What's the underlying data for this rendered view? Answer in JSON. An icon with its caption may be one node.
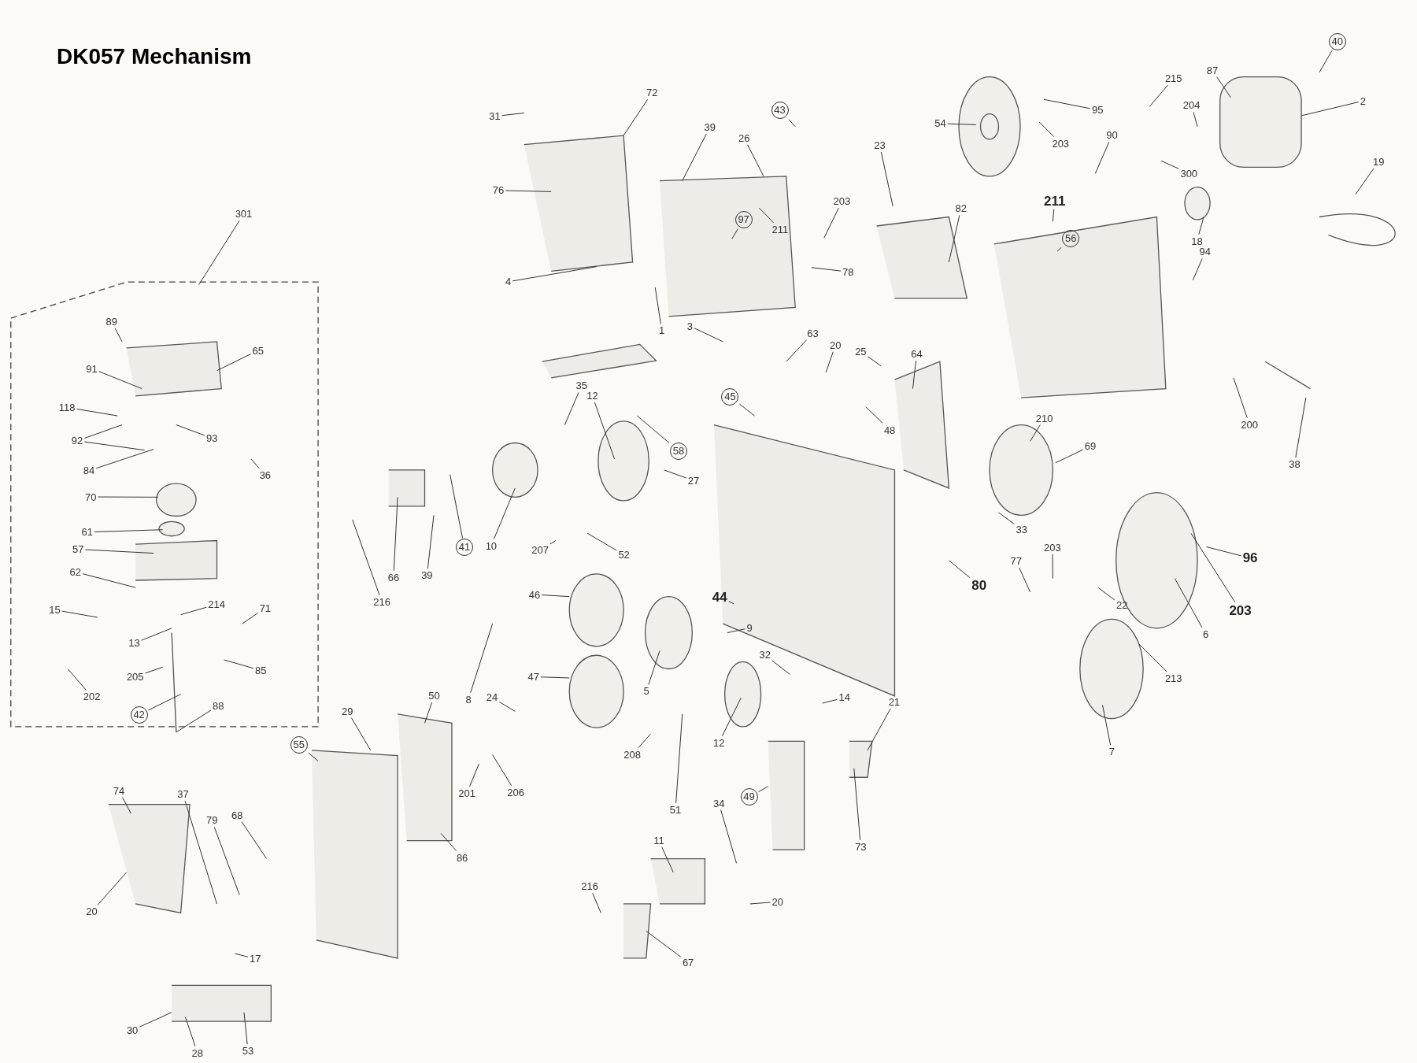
{
  "diagram": {
    "title": "DK057 Mechanism",
    "nodes": [
      {
        "text": [
          "89"
        ]
      },
      {
        "text": [
          "65"
        ]
      },
      {
        "text": [
          "91"
        ]
      },
      {
        "text": [
          "118"
        ]
      },
      {
        "text": [
          "92"
        ]
      },
      {
        "text": [
          "93"
        ]
      },
      {
        "text": [
          "84"
        ]
      },
      {
        "text": [
          "36"
        ]
      },
      {
        "text": [
          "70"
        ]
      },
      {
        "text": [
          "61"
        ]
      },
      {
        "text": [
          "57"
        ]
      },
      {
        "text": [
          "62"
        ]
      },
      {
        "text": [
          "15"
        ]
      },
      {
        "text": [
          "214"
        ]
      },
      {
        "text": [
          "71"
        ]
      },
      {
        "text": [
          "13"
        ]
      },
      {
        "text": [
          "205"
        ]
      },
      {
        "text": [
          "85"
        ]
      },
      {
        "text": [
          "202"
        ]
      },
      {
        "text": [
          "42"
        ]
      },
      {
        "text": [
          "88"
        ]
      },
      {
        "text": [
          "301"
        ]
      },
      {
        "text": [
          "31"
        ]
      },
      {
        "text": [
          "72"
        ]
      },
      {
        "text": [
          "76"
        ]
      },
      {
        "text": [
          "4"
        ]
      },
      {
        "text": [
          "39"
        ]
      },
      {
        "text": [
          "26"
        ]
      },
      {
        "text": [
          "43"
        ]
      },
      {
        "text": [
          "97"
        ]
      },
      {
        "text": [
          "211"
        ]
      },
      {
        "text": [
          "203"
        ]
      },
      {
        "text": [
          "23"
        ]
      },
      {
        "text": [
          "1"
        ]
      },
      {
        "text": [
          "3"
        ]
      },
      {
        "text": [
          "78"
        ]
      },
      {
        "text": [
          "82"
        ]
      },
      {
        "text": [
          "54"
        ]
      },
      {
        "text": [
          "95"
        ]
      },
      {
        "text": [
          "203"
        ]
      },
      {
        "text": [
          "90"
        ]
      },
      {
        "text": [
          "211"
        ]
      },
      {
        "text": [
          "56"
        ]
      },
      {
        "text": [
          "215"
        ]
      },
      {
        "text": [
          "204"
        ]
      },
      {
        "text": [
          "87"
        ]
      },
      {
        "text": [
          "40"
        ]
      },
      {
        "text": [
          "2"
        ]
      },
      {
        "text": [
          "300"
        ]
      },
      {
        "text": [
          "19"
        ]
      },
      {
        "text": [
          "18"
        ]
      },
      {
        "text": [
          "94"
        ]
      },
      {
        "text": [
          "200"
        ]
      },
      {
        "text": [
          "38"
        ]
      },
      {
        "text": [
          "63"
        ]
      },
      {
        "text": [
          "20"
        ]
      },
      {
        "text": [
          "25"
        ]
      },
      {
        "text": [
          "64"
        ]
      },
      {
        "text": [
          "48"
        ]
      },
      {
        "text": [
          "45"
        ]
      },
      {
        "text": [
          "58"
        ]
      },
      {
        "text": [
          "35"
        ]
      },
      {
        "text": [
          "12"
        ]
      },
      {
        "text": [
          "27"
        ]
      },
      {
        "text": [
          "10"
        ]
      },
      {
        "text": [
          "41"
        ]
      },
      {
        "text": [
          "39"
        ]
      },
      {
        "text": [
          "66"
        ]
      },
      {
        "text": [
          "216"
        ]
      },
      {
        "text": [
          "207"
        ]
      },
      {
        "text": [
          "52"
        ]
      },
      {
        "text": [
          "210"
        ]
      },
      {
        "text": [
          "69"
        ]
      },
      {
        "text": [
          "33"
        ]
      },
      {
        "text": [
          "96"
        ]
      },
      {
        "text": [
          "203"
        ]
      },
      {
        "text": [
          "77"
        ]
      },
      {
        "text": [
          "80"
        ]
      },
      {
        "text": [
          "22"
        ]
      },
      {
        "text": [
          "203"
        ]
      },
      {
        "text": [
          "6"
        ]
      },
      {
        "text": [
          "213"
        ]
      },
      {
        "text": [
          "7"
        ]
      },
      {
        "text": [
          "46"
        ]
      },
      {
        "text": [
          "47"
        ]
      },
      {
        "text": [
          "44"
        ]
      },
      {
        "text": [
          "5"
        ]
      },
      {
        "text": [
          "9"
        ]
      },
      {
        "text": [
          "32"
        ]
      },
      {
        "text": [
          "12"
        ]
      },
      {
        "text": [
          "14"
        ]
      },
      {
        "text": [
          "21"
        ]
      },
      {
        "text": [
          "8"
        ]
      },
      {
        "text": [
          "24"
        ]
      },
      {
        "text": [
          "208"
        ]
      },
      {
        "text": [
          "201"
        ]
      },
      {
        "text": [
          "206"
        ]
      },
      {
        "text": [
          "51"
        ]
      },
      {
        "text": [
          "49"
        ]
      },
      {
        "text": [
          "73"
        ]
      },
      {
        "text": [
          "11"
        ]
      },
      {
        "text": [
          "34"
        ]
      },
      {
        "text": [
          "20"
        ]
      },
      {
        "text": [
          "216"
        ]
      },
      {
        "text": [
          "67"
        ]
      },
      {
        "text": [
          "55"
        ]
      },
      {
        "text": [
          "29"
        ]
      },
      {
        "text": [
          "50"
        ]
      },
      {
        "text": [
          "86"
        ]
      },
      {
        "text": [
          "74"
        ]
      },
      {
        "text": [
          "37"
        ]
      },
      {
        "text": [
          "79"
        ]
      },
      {
        "text": [
          "68"
        ]
      },
      {
        "text": [
          "20"
        ]
      },
      {
        "text": [
          "17"
        ]
      },
      {
        "text": [
          "30"
        ]
      },
      {
        "text": [
          "28"
        ]
      },
      {
        "text": [
          "53"
        ]
      }
    ],
    "edges": [
      {
        "from": 0,
        "to": null,
        "arrow": "none"
      },
      {
        "from": 1,
        "to": null,
        "arrow": "none"
      },
      {
        "from": 2,
        "to": null,
        "arrow": "none"
      },
      {
        "from": 3,
        "to": null,
        "arrow": "none"
      },
      {
        "from": 4,
        "to": null,
        "arrow": "none"
      },
      {
        "from": 4,
        "to": null,
        "arrow": "none"
      },
      {
        "from": 5,
        "to": null,
        "arrow": "none"
      },
      {
        "from": 6,
        "to": null,
        "arrow": "none"
      },
      {
        "from": 7,
        "to": null,
        "arrow": "none"
      },
      {
        "from": 8,
        "to": null,
        "arrow": "none"
      },
      {
        "from": 9,
        "to": null,
        "arrow": "none"
      },
      {
        "from": 10,
        "to": null,
        "arrow": "none"
      },
      {
        "from": 11,
        "to": null,
        "arrow": "none"
      },
      {
        "from": 12,
        "to": null,
        "arrow": "none"
      },
      {
        "from": 13,
        "to": null,
        "arrow": "none"
      },
      {
        "from": 14,
        "to": null,
        "arrow": "none"
      },
      {
        "from": 15,
        "to": null,
        "arrow": "none"
      },
      {
        "from": 16,
        "to": null,
        "arrow": "none"
      },
      {
        "from": 17,
        "to": null,
        "arrow": "none"
      },
      {
        "from": 18,
        "to": null,
        "arrow": "none"
      },
      {
        "from": 19,
        "to": null,
        "arrow": "none"
      },
      {
        "from": 20,
        "to": null,
        "arrow": "none"
      },
      {
        "from": 21,
        "to": null,
        "arrow": "none"
      },
      {
        "from": 22,
        "to": null,
        "arrow": "none"
      },
      {
        "from": 23,
        "to": null,
        "arrow": "none"
      },
      {
        "from": 24,
        "to": null,
        "arrow": "none"
      },
      {
        "from": 25,
        "to": null,
        "arrow": "none"
      },
      {
        "from": 26,
        "to": null,
        "arrow": "none"
      },
      {
        "from": 27,
        "to": null,
        "arrow": "none"
      },
      {
        "from": 28,
        "to": null,
        "arrow": "none"
      },
      {
        "from": 29,
        "to": null,
        "arrow": "none"
      },
      {
        "from": 30,
        "to": null,
        "arrow": "none"
      },
      {
        "from": 31,
        "to": null,
        "arrow": "none"
      },
      {
        "from": 32,
        "to": null,
        "arrow": "none"
      },
      {
        "from": 33,
        "to": null,
        "arrow": "none"
      },
      {
        "from": 34,
        "to": null,
        "arrow": "none"
      },
      {
        "from": 35,
        "to": null,
        "arrow": "none"
      },
      {
        "from": 36,
        "to": null,
        "arrow": "none"
      },
      {
        "from": 37,
        "to": null,
        "arrow": "none"
      },
      {
        "from": 38,
        "to": null,
        "arrow": "none"
      },
      {
        "from": 39,
        "to": null,
        "arrow": "none"
      },
      {
        "from": 40,
        "to": null,
        "arrow": "none"
      },
      {
        "from": 41,
        "to": null,
        "arrow": "none"
      },
      {
        "from": 42,
        "to": null,
        "arrow": "none"
      },
      {
        "from": 43,
        "to": null,
        "arrow": "none"
      },
      {
        "from": 44,
        "to": null,
        "arrow": "none"
      },
      {
        "from": 45,
        "to": null,
        "arrow": "none"
      },
      {
        "from": 46,
        "to": null,
        "arrow": "none"
      },
      {
        "from": 47,
        "to": null,
        "arrow": "none"
      },
      {
        "from": 48,
        "to": null,
        "arrow": "none"
      },
      {
        "from": 49,
        "to": null,
        "arrow": "none"
      },
      {
        "from": 50,
        "to": null,
        "arrow": "none"
      },
      {
        "from": 51,
        "to": null,
        "arrow": "none"
      },
      {
        "from": 52,
        "to": null,
        "arrow": "none"
      },
      {
        "from": 53,
        "to": null,
        "arrow": "none"
      },
      {
        "from": 54,
        "to": null,
        "arrow": "none"
      },
      {
        "from": 55,
        "to": null,
        "arrow": "none"
      },
      {
        "from": 56,
        "to": null,
        "arrow": "none"
      },
      {
        "from": 57,
        "to": null,
        "arrow": "none"
      },
      {
        "from": 58,
        "to": null,
        "arrow": "none"
      },
      {
        "from": 59,
        "to": null,
        "arrow": "none"
      },
      {
        "from": 60,
        "to": null,
        "arrow": "none"
      },
      {
        "from": 61,
        "to": null,
        "arrow": "none"
      },
      {
        "from": 62,
        "to": null,
        "arrow": "none"
      },
      {
        "from": 63,
        "to": null,
        "arrow": "none"
      },
      {
        "from": 64,
        "to": null,
        "arrow": "none"
      },
      {
        "from": 65,
        "to": null,
        "arrow": "none"
      },
      {
        "from": 66,
        "to": null,
        "arrow": "none"
      },
      {
        "from": 67,
        "to": null,
        "arrow": "none"
      },
      {
        "from": 68,
        "to": null,
        "arrow": "none"
      },
      {
        "from": 69,
        "to": null,
        "arrow": "none"
      },
      {
        "from": 70,
        "to": null,
        "arrow": "none"
      },
      {
        "from": 71,
        "to": null,
        "arrow": "none"
      },
      {
        "from": 72,
        "to": null,
        "arrow": "none"
      },
      {
        "from": 73,
        "to": null,
        "arrow": "none"
      },
      {
        "from": 74,
        "to": null,
        "arrow": "none"
      },
      {
        "from": 75,
        "to": null,
        "arrow": "none"
      },
      {
        "from": 76,
        "to": null,
        "arrow": "none"
      },
      {
        "from": 77,
        "to": null,
        "arrow": "none"
      },
      {
        "from": 78,
        "to": null,
        "arrow": "none"
      },
      {
        "from": 79,
        "to": null,
        "arrow": "none"
      },
      {
        "from": 80,
        "to": null,
        "arrow": "none"
      },
      {
        "from": 81,
        "to": null,
        "arrow": "none"
      },
      {
        "from": 82,
        "to": null,
        "arrow": "none"
      },
      {
        "from": 83,
        "to": null,
        "arrow": "none"
      },
      {
        "from": 84,
        "to": null,
        "arrow": "none"
      },
      {
        "from": 85,
        "to": null,
        "arrow": "none"
      },
      {
        "from": 86,
        "to": null,
        "arrow": "none"
      },
      {
        "from": 87,
        "to": null,
        "arrow": "none"
      },
      {
        "from": 88,
        "to": null,
        "arrow": "none"
      },
      {
        "from": 89,
        "to": null,
        "arrow": "none"
      },
      {
        "from": 90,
        "to": null,
        "arrow": "none"
      },
      {
        "from": 91,
        "to": null,
        "arrow": "none"
      },
      {
        "from": 92,
        "to": null,
        "arrow": "none"
      },
      {
        "from": 93,
        "to": null,
        "arrow": "none"
      },
      {
        "from": 94,
        "to": null,
        "arrow": "none"
      },
      {
        "from": 95,
        "to": null,
        "arrow": "none"
      },
      {
        "from": 96,
        "to": null,
        "arrow": "none"
      },
      {
        "from": 97,
        "to": null,
        "arrow": "none"
      },
      {
        "from": 98,
        "to": null,
        "arrow": "none"
      },
      {
        "from": 99,
        "to": null,
        "arrow": "none"
      },
      {
        "from": 100,
        "to": null,
        "arrow": "none"
      },
      {
        "from": 101,
        "to": null,
        "arrow": "none"
      },
      {
        "from": 102,
        "to": null,
        "arrow": "none"
      },
      {
        "from": 103,
        "to": null,
        "arrow": "none"
      },
      {
        "from": 104,
        "to": null,
        "arrow": "none"
      },
      {
        "from": 105,
        "to": null,
        "arrow": "none"
      },
      {
        "from": 106,
        "to": null,
        "arrow": "none"
      },
      {
        "from": 107,
        "to": null,
        "arrow": "none"
      },
      {
        "from": 108,
        "to": null,
        "arrow": "none"
      },
      {
        "from": 109,
        "to": null,
        "arrow": "none"
      },
      {
        "from": 110,
        "to": null,
        "arrow": "none"
      },
      {
        "from": 111,
        "to": null,
        "arrow": "none"
      },
      {
        "from": 112,
        "to": null,
        "arrow": "none"
      },
      {
        "from": 113,
        "to": null,
        "arrow": "none"
      },
      {
        "from": 114,
        "to": null,
        "arrow": "none"
      },
      {
        "from": 115,
        "to": null,
        "arrow": "none"
      },
      {
        "from": 116,
        "to": null,
        "arrow": "none"
      },
      {
        "from": 117,
        "to": null,
        "arrow": "none"
      }
    ]
  }
}
